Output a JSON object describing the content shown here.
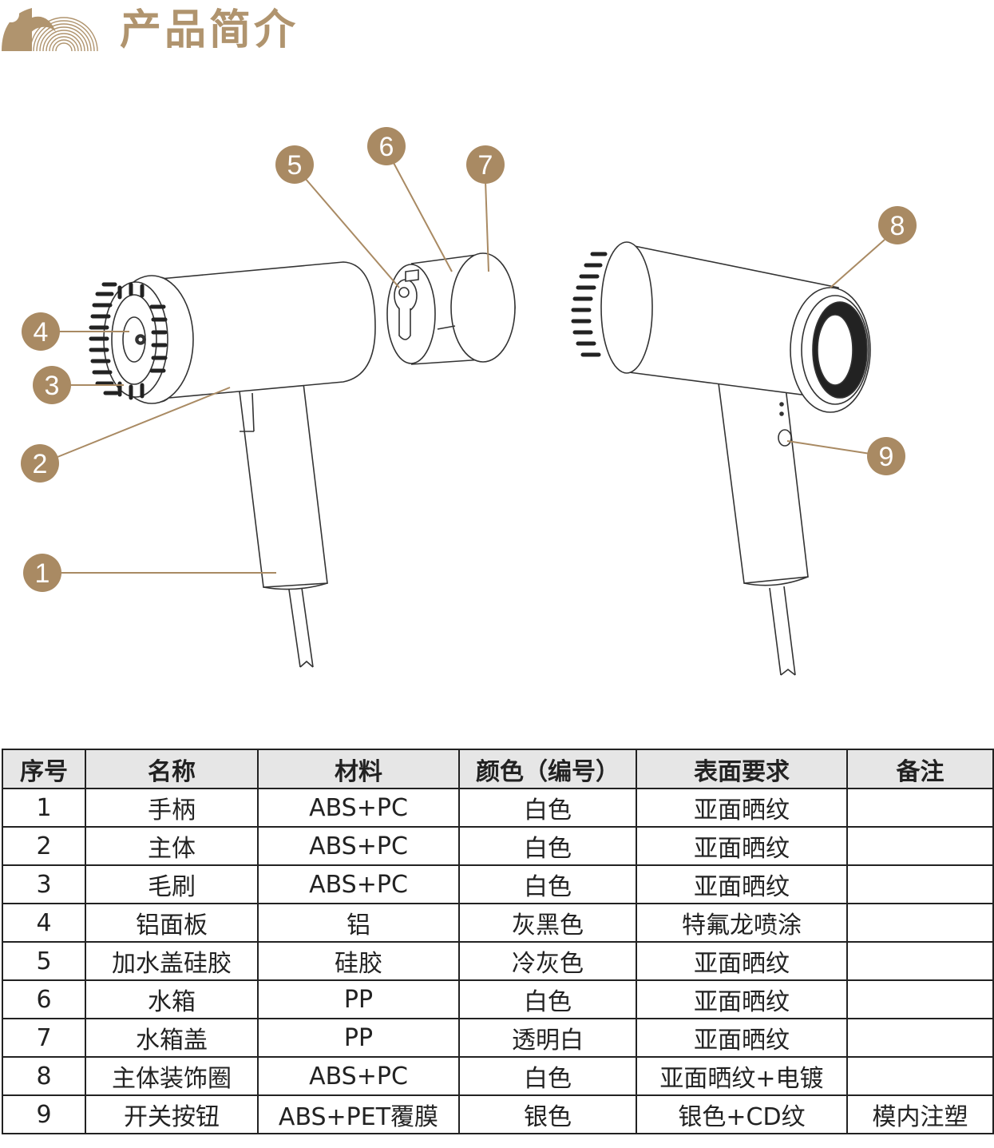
{
  "header": {
    "title": "产品简介",
    "logo_color": "#b0946e"
  },
  "callouts": [
    {
      "label": "1",
      "part": "手柄"
    },
    {
      "label": "2",
      "part": "主体"
    },
    {
      "label": "3",
      "part": "毛刷"
    },
    {
      "label": "4",
      "part": "铝面板"
    },
    {
      "label": "5",
      "part": "加水盖硅胶"
    },
    {
      "label": "6",
      "part": "水箱"
    },
    {
      "label": "7",
      "part": "水箱盖"
    },
    {
      "label": "8",
      "part": "主体装饰圈"
    },
    {
      "label": "9",
      "part": "开关按钮"
    }
  ],
  "callout_color": "#a98a63",
  "table": {
    "headers": [
      "序号",
      "名称",
      "材料",
      "颜色（编号）",
      "表面要求",
      "备注"
    ],
    "rows": [
      [
        "1",
        "手柄",
        "ABS+PC",
        "白色",
        "亚面晒纹",
        ""
      ],
      [
        "2",
        "主体",
        "ABS+PC",
        "白色",
        "亚面晒纹",
        ""
      ],
      [
        "3",
        "毛刷",
        "ABS+PC",
        "白色",
        "亚面晒纹",
        ""
      ],
      [
        "4",
        "铝面板",
        "铝",
        "灰黑色",
        "特氟龙喷涂",
        ""
      ],
      [
        "5",
        "加水盖硅胶",
        "硅胶",
        "冷灰色",
        "亚面晒纹",
        ""
      ],
      [
        "6",
        "水箱",
        "PP",
        "白色",
        "亚面晒纹",
        ""
      ],
      [
        "7",
        "水箱盖",
        "PP",
        "透明白",
        "亚面晒纹",
        ""
      ],
      [
        "8",
        "主体装饰圈",
        "ABS+PC",
        "白色",
        "亚面晒纹+电镀",
        ""
      ],
      [
        "9",
        "开关按钮",
        "ABS+PET覆膜",
        "银色",
        "银色+CD纹",
        "模内注塑"
      ]
    ]
  }
}
